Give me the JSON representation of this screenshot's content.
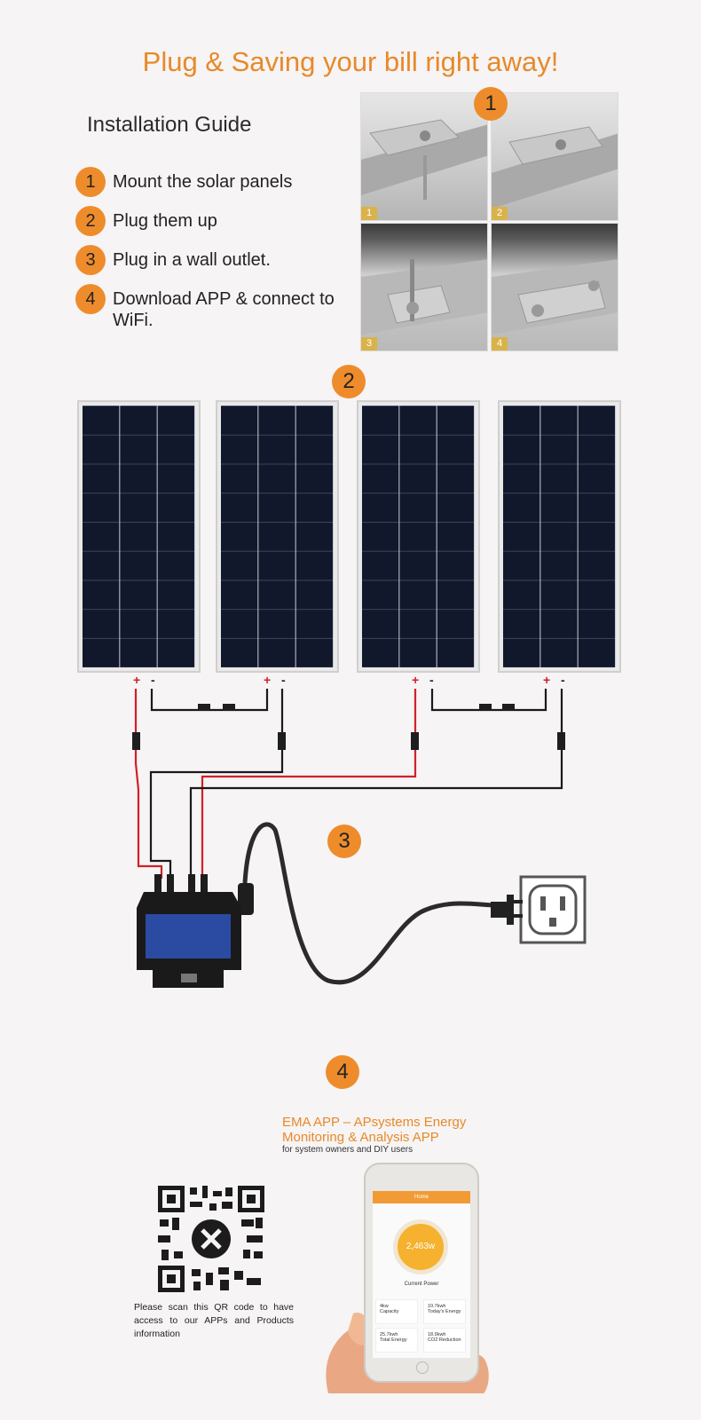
{
  "headline": "Plug & Saving your bill right away!",
  "guide": {
    "title": "Installation Guide",
    "steps": [
      {
        "num": "1",
        "text": "Mount the solar panels"
      },
      {
        "num": "2",
        "text": "Plug them up"
      },
      {
        "num": "3",
        "text": "Plug in a wall outlet."
      },
      {
        "num": "4",
        "text": "Download APP & connect to WiFi."
      }
    ]
  },
  "section_badges": [
    "1",
    "2",
    "3",
    "4"
  ],
  "mount_photos": [
    "1",
    "2",
    "3",
    "4"
  ],
  "polarity": {
    "plus": "+",
    "minus": "-"
  },
  "app": {
    "title_line1": "EMA APP – APsystems Energy",
    "title_line2": "Monitoring & Analysis APP",
    "subtitle": "for system owners and DIY users",
    "qr_note": "Please scan this QR code to have access to our APPs and Products information",
    "screen_header": "Home",
    "gauge_value": "2,463w",
    "current_power_label": "Current Power",
    "stats": [
      {
        "value": "4kw",
        "label": "Capacity"
      },
      {
        "value": "10.7kwh",
        "label": "Today's Energy"
      },
      {
        "value": "25.7kwh",
        "label": "Total Energy"
      },
      {
        "value": "18.9kwh",
        "label": "CO2 Reduction"
      }
    ]
  },
  "colors": {
    "accent": "#ee8c2c",
    "wire_red": "#d0202a",
    "wire_black": "#1a1a1a"
  }
}
